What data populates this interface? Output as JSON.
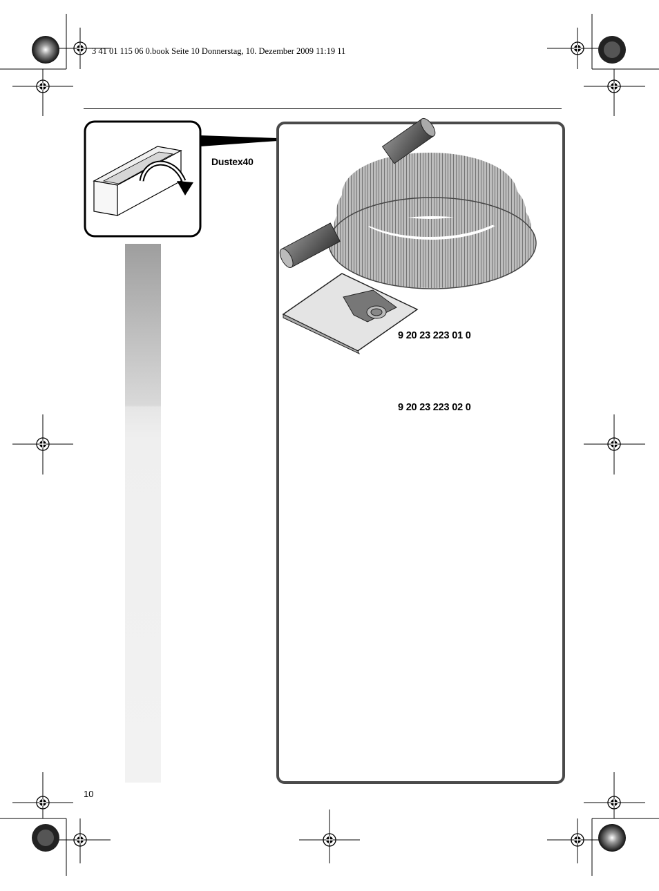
{
  "header": {
    "file_info": "3 41 01 115 06 0.book  Seite 10  Donnerstag, 10. Dezember 2009  11:19 11"
  },
  "figure": {
    "product_name": "Dustex40",
    "part_numbers": [
      {
        "id": "bag",
        "number": "9 20 23 223 01 0"
      },
      {
        "id": "filter",
        "number": "9 20 23 223 02 0"
      }
    ]
  },
  "footer": {
    "page_number": "10"
  },
  "colors": {
    "frame": "#4a4a4a",
    "part_dark": "#4f4f4f",
    "part_mid": "#7a7a7a",
    "part_light": "#b5b5b5"
  },
  "icons": [
    "registration-mark-icon",
    "starburst-target-icon",
    "fold-out-arrow-icon"
  ]
}
